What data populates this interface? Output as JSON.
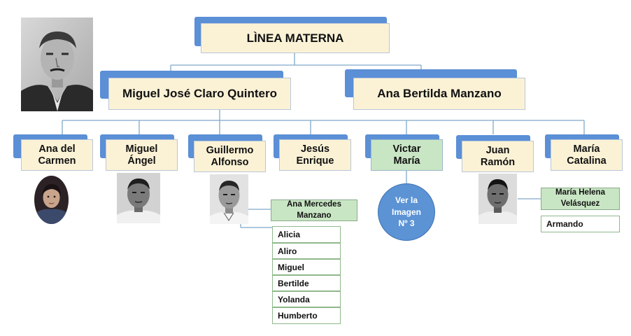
{
  "title": "LÌNEA MATERNA",
  "parents": {
    "father": "Miguel José Claro Quintero",
    "mother": "Ana Bertilda Manzano"
  },
  "children": [
    {
      "line1": "Ana del",
      "line2": "Carmen"
    },
    {
      "line1": "Miguel",
      "line2": "Ángel"
    },
    {
      "line1": "Guillermo",
      "line2": "Alfonso"
    },
    {
      "line1": "Jesús",
      "line2": "Enrique"
    },
    {
      "line1": "Victar",
      "line2": "María"
    },
    {
      "line1": "Juan",
      "line2": "Ramón"
    },
    {
      "line1": "María",
      "line2": "Catalina"
    }
  ],
  "guillermo_family": {
    "spouse_line1": "Ana Mercedes",
    "spouse_line2": "Manzano",
    "kids": [
      "Alicia",
      "Aliro",
      "Miguel",
      "Bertilde",
      "Yolanda",
      "Humberto"
    ]
  },
  "victar_note": {
    "line1": "Ver la",
    "line2": "Imagen",
    "line3": "Nº 3"
  },
  "juan_family": {
    "spouse_line1": "María Helena",
    "spouse_line2": "Velásquez",
    "kids": [
      "Armando"
    ]
  },
  "colors": {
    "tab_blue": "#5b8fd6",
    "box_cream": "#fbf2d6",
    "box_green": "#c9e6c4",
    "connector": "#7fa9c9",
    "circle_blue": "#5b93d4"
  }
}
